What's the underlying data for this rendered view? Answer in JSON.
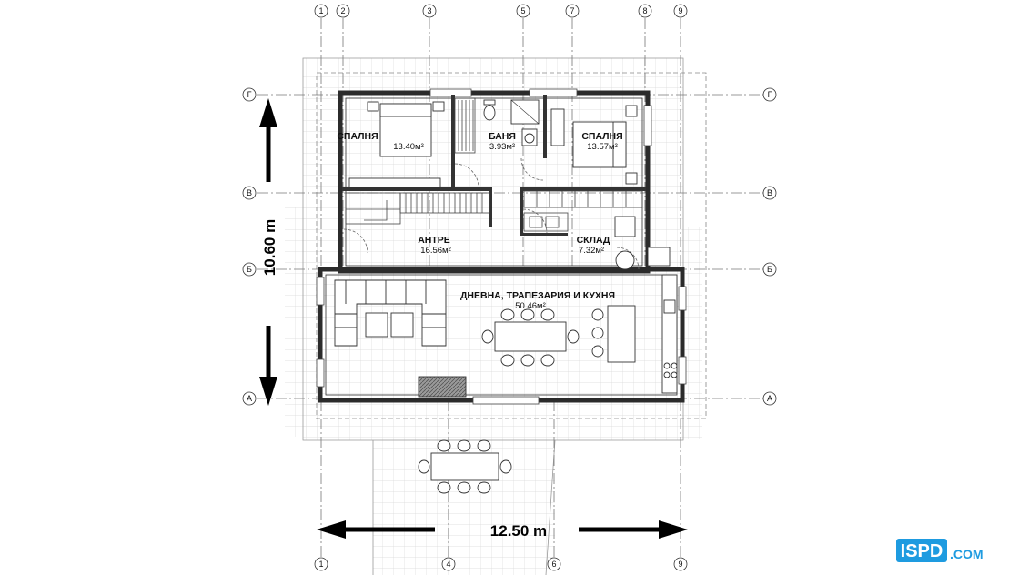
{
  "axes": {
    "vertical": [
      "1",
      "2",
      "3",
      "5",
      "7",
      "8",
      "9"
    ],
    "vertical_bottom": [
      "1",
      "4",
      "6",
      "9"
    ],
    "horizontal": [
      "Г",
      "В",
      "Б",
      "А"
    ]
  },
  "rooms": [
    {
      "name": "СПАЛНЯ",
      "area": "13.40м²"
    },
    {
      "name": "БАНЯ",
      "area": "3.93м²"
    },
    {
      "name": "СПАЛНЯ",
      "area": "13.57м²"
    },
    {
      "name": "АНТРЕ",
      "area": "16.56м²"
    },
    {
      "name": "СКЛАД",
      "area": "7.32м²"
    },
    {
      "name": "ДНЕВНА, ТРАПЕЗАРИЯ И КУХНЯ",
      "area": "50.46м²"
    }
  ],
  "dimensions": {
    "width": "12.50 m",
    "height": "10.60 m"
  },
  "logo": {
    "text": "ISPD",
    "suffix": ".COM"
  },
  "colors": {
    "wall": "#2b2b2b",
    "grid": "#d6d6d6",
    "logo": "#1e9be0"
  }
}
